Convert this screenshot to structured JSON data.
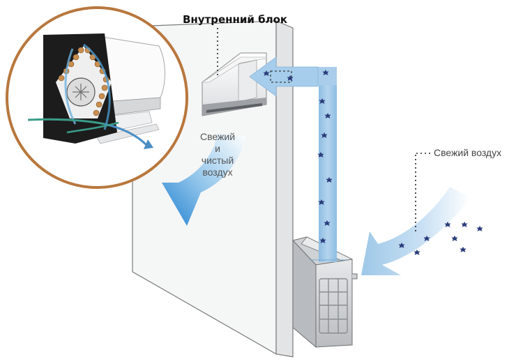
{
  "labels": {
    "indoor_unit": "Внутренний блок",
    "fresh_clean_air": [
      "Свежий",
      "и",
      "чистый",
      "воздух"
    ],
    "fresh_air_outside": "Свежий воздух"
  },
  "colors": {
    "duct_blue": "#9cc4e4",
    "stream_blue": "#2a8ed8",
    "particle_dark": "#2a3c7a",
    "ring_brown": "#b8773d",
    "coil_copper": "#c98e50",
    "wall": "#f4f5f5",
    "background": "#ffffff"
  }
}
